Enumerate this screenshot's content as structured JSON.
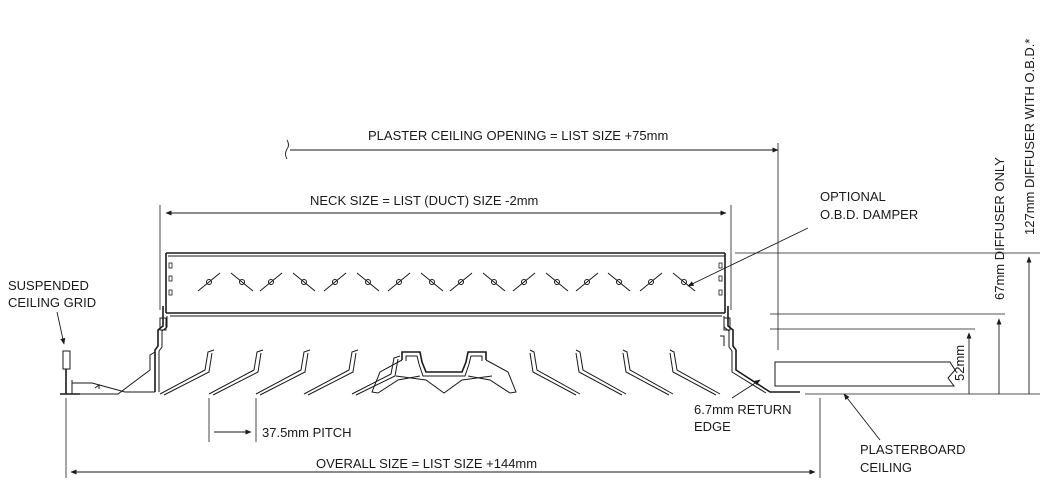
{
  "labels": {
    "plaster_opening": "PLASTER CEILING OPENING = LIST SIZE +75mm",
    "neck_size": "NECK SIZE = LIST (DUCT) SIZE -2mm",
    "optional_obd_line1": "OPTIONAL",
    "optional_obd_line2": "O.B.D. DAMPER",
    "suspended_line1": "SUSPENDED",
    "suspended_line2": "CEILING GRID",
    "pitch": "37.5mm PITCH",
    "return_edge_line1": "6.7mm RETURN",
    "return_edge_line2": "EDGE",
    "plasterboard_line1": "PLASTERBOARD",
    "plasterboard_line2": "CEILING",
    "overall_size": "OVERALL SIZE = LIST SIZE +144mm",
    "diffuser_only": "67mm DIFFUSER ONLY",
    "diffuser_with_obd": "127mm DIFFUSER WITH O.B.D.*",
    "dim_52": "52mm"
  }
}
